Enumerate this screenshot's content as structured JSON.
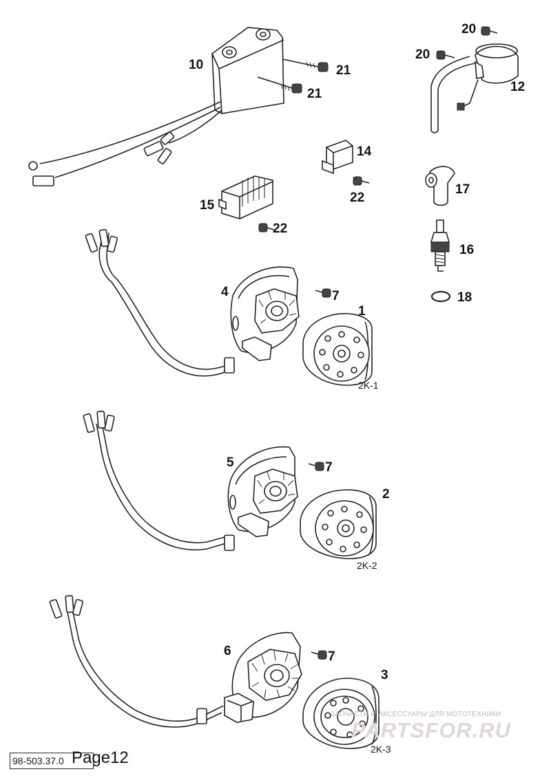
{
  "parts": [
    {
      "no": "10"
    },
    {
      "no": "21"
    },
    {
      "no": "21"
    },
    {
      "no": "20"
    },
    {
      "no": "20"
    },
    {
      "no": "12"
    },
    {
      "no": "14"
    },
    {
      "no": "22"
    },
    {
      "no": "17"
    },
    {
      "no": "15"
    },
    {
      "no": "22"
    },
    {
      "no": "16"
    },
    {
      "no": "18"
    },
    {
      "no": "4"
    },
    {
      "no": "7"
    },
    {
      "no": "1"
    },
    {
      "no": "5"
    },
    {
      "no": "7"
    },
    {
      "no": "2"
    },
    {
      "no": "6"
    },
    {
      "no": "7"
    },
    {
      "no": "3"
    }
  ],
  "variants": [
    "2K-1",
    "2K-2",
    "2K-3"
  ],
  "footer": {
    "doc_code": "98-503.37.0",
    "page_label": "Page12"
  },
  "watermark": {
    "tagline": "ЗАПЧАСТИ И АКСЕССУАРЫ ДЛЯ МОТОТЕХНИКИ",
    "logo": "PARTSFOR.RU"
  }
}
